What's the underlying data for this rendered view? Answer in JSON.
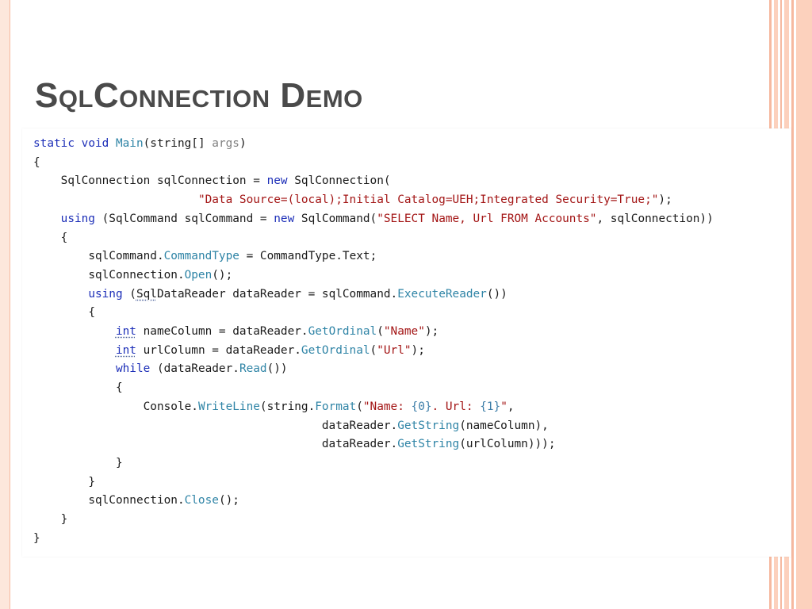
{
  "slide": {
    "title": "SqlConnection Demo"
  },
  "colors": {
    "title": "#4a4a4a",
    "keyword": "#1d2fb8",
    "method": "#2f84a6",
    "string": "#a31515",
    "parameter": "#808080",
    "accent_border": "#f6b9a0",
    "accent_fill": "#fcd1bd"
  },
  "code": {
    "l1_static": "static",
    "l1_void": "void",
    "l1_main": "Main",
    "l1_string": "(string[] ",
    "l1_args": "args",
    "l1_close": ")",
    "l2": "{",
    "l3_decl": "    SqlConnection sqlConnection = ",
    "l3_new": "new",
    "l3_ctor": " SqlConnection(",
    "l4_str": "\"Data Source=(local);Initial Catalog=UEH;Integrated Security=True;\"",
    "l4_end": ");",
    "l5_using": "using",
    "l5_decl": " (SqlCommand sqlCommand = ",
    "l5_new": "new",
    "l5_ctor": " SqlCommand(",
    "l5_str": "\"SELECT Name, Url FROM Accounts\"",
    "l5_end": ", sqlConnection))",
    "l6": "{",
    "l7_obj": "sqlCommand.",
    "l7_prop": "CommandType",
    "l7_assign": " = CommandType.",
    "l7_val": "Text",
    "l7_end": ";",
    "l8_obj": "sqlConnection.",
    "l8_fn": "Open",
    "l8_end": "();",
    "l9_using": "using",
    "l9_paren": " (",
    "l9_type": "Sql",
    "l9_type2": "DataReader",
    "l9_decl": " dataReader = sqlCommand.",
    "l9_fn": "ExecuteReader",
    "l9_end": "())",
    "l10": "{",
    "l11_int": "int",
    "l11_decl": " nameColumn = dataReader.",
    "l11_fn": "GetOrdinal",
    "l11_open": "(",
    "l11_str": "\"Name\"",
    "l11_end": ");",
    "l12_int": "int",
    "l12_decl": " urlColumn = dataReader.",
    "l12_fn": "GetOrdinal",
    "l12_open": "(",
    "l12_str": "\"Url\"",
    "l12_end": ");",
    "l13_while": "while",
    "l13_decl": " (dataReader.",
    "l13_fn": "Read",
    "l13_end": "())",
    "l14": "{",
    "l15_obj": "Console.",
    "l15_fn": "WriteLine",
    "l15_open": "(string.",
    "l15_fn2": "Format",
    "l15_paren": "(",
    "l15_s1": "\"Name: ",
    "l15_p0": "{0}",
    "l15_s2": ". Url: ",
    "l15_p1": "{1}",
    "l15_s3": "\"",
    "l15_end": ",",
    "l16_obj": "dataReader.",
    "l16_fn": "GetString",
    "l16_end": "(nameColumn),",
    "l17_obj": "dataReader.",
    "l17_fn": "GetString",
    "l17_end": "(urlColumn)));",
    "l18": "}",
    "l19": "}",
    "l20_obj": "sqlConnection.",
    "l20_fn": "Close",
    "l20_end": "();",
    "l21": "}",
    "l22": "}"
  }
}
